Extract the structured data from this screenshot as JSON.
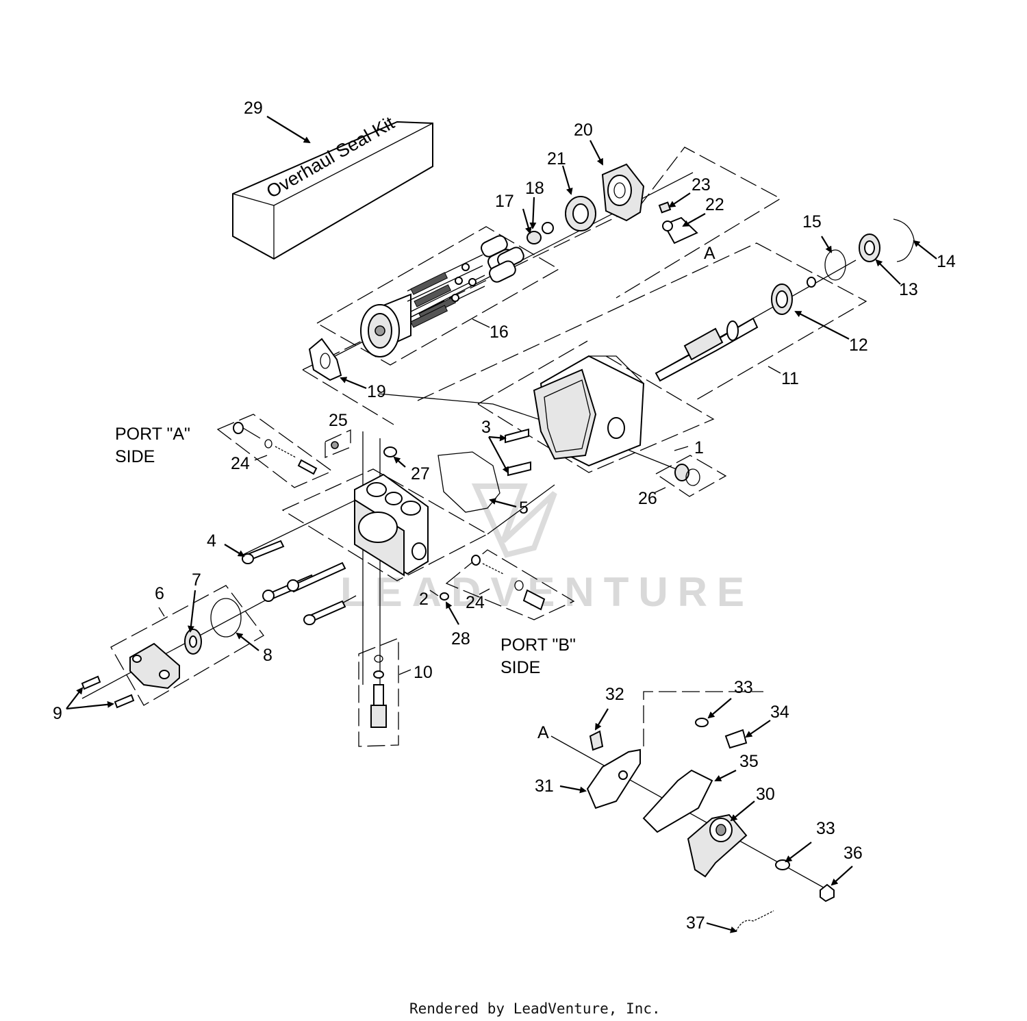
{
  "kit_label": "Overhaul Seal Kit",
  "port_a": {
    "line1": "PORT \"A\"",
    "line2": "SIDE"
  },
  "port_b": {
    "line1": "PORT \"B\"",
    "line2": "SIDE"
  },
  "ref_a": "A",
  "watermark": "LEADVENTURE",
  "footer": "Rendered by LeadVenture, Inc.",
  "callouts": {
    "c1": "1",
    "c2": "2",
    "c3": "3",
    "c4": "4",
    "c5": "5",
    "c6": "6",
    "c7": "7",
    "c8": "8",
    "c9": "9",
    "c10": "10",
    "c11": "11",
    "c12": "12",
    "c13": "13",
    "c14": "14",
    "c15": "15",
    "c16": "16",
    "c17": "17",
    "c18": "18",
    "c19": "19",
    "c20": "20",
    "c21": "21",
    "c22": "22",
    "c23": "23",
    "c24a": "24",
    "c24b": "24",
    "c25": "25",
    "c26": "26",
    "c27": "27",
    "c28": "28",
    "c29": "29",
    "c30": "30",
    "c31": "31",
    "c32": "32",
    "c33a": "33",
    "c33b": "33",
    "c34": "34",
    "c35": "35",
    "c36": "36",
    "c37": "37"
  },
  "colors": {
    "line": "#000000",
    "background": "#ffffff",
    "watermark": "#d9d9d9"
  }
}
